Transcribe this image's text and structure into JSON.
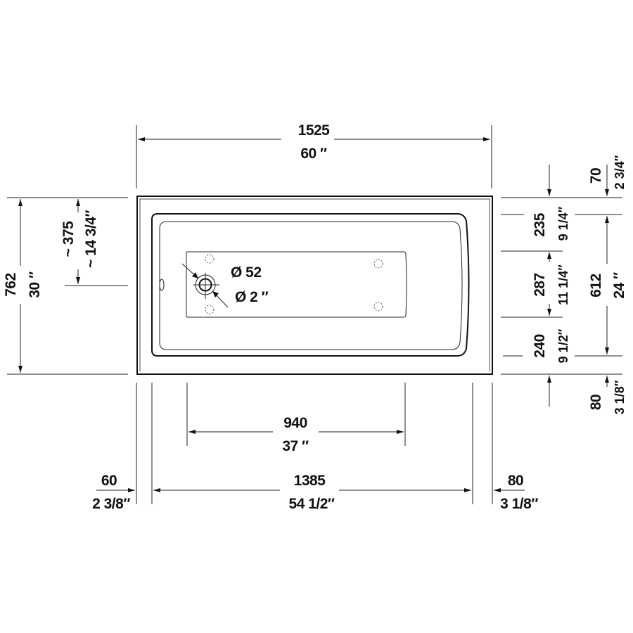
{
  "drawing": {
    "title": "Bathtub plan view dimension drawing",
    "units": [
      "mm",
      "inch"
    ],
    "overall_width": {
      "mm": "1525",
      "in": "60 ″"
    },
    "overall_depth": {
      "mm": "762",
      "in": "30 ″"
    },
    "drain_offset_from_back": {
      "mm": "~ 375",
      "in": "~ 14 3/4″"
    },
    "drain_diameter": {
      "mm": "Ø 52",
      "in": "Ø 2 ″"
    },
    "right_stack": {
      "rim_top": {
        "mm": "70",
        "in": "2 3/4″"
      },
      "top_to_platform": {
        "mm": "235",
        "in": "9 1/4″"
      },
      "platform_depth": {
        "mm": "287",
        "in": "11 1/4″"
      },
      "platform_to_bottom": {
        "mm": "240",
        "in": "9 1/2″"
      },
      "interior_depth": {
        "mm": "612",
        "in": "24 ″"
      },
      "rim_bottom": {
        "mm": "80",
        "in": "3 1/8″"
      }
    },
    "bottom_stack": {
      "platform_length": {
        "mm": "940",
        "in": "37 ″"
      },
      "left_rim": {
        "mm": "60",
        "in": "2 3/8″"
      },
      "interior_length": {
        "mm": "1385",
        "in": "54 1/2″"
      },
      "right_rim": {
        "mm": "80",
        "in": "3 1/8″"
      }
    }
  }
}
